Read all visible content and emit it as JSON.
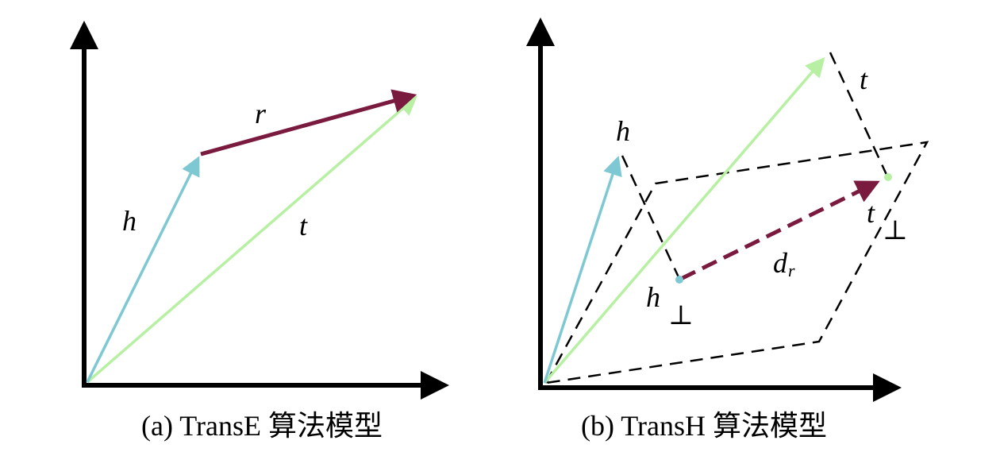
{
  "colors": {
    "axis": "#000000",
    "head_vector": "#7ec8d3",
    "tail_vector": "#b7f0a2",
    "relation_vector": "#7a1a3f",
    "plane_dash": "#000000"
  },
  "panel_a": {
    "caption": "(a) TransE 算法模型",
    "labels": {
      "r": "r",
      "h": "h",
      "t": "t"
    }
  },
  "panel_b": {
    "caption": "(b) TransH 算法模型",
    "labels": {
      "h": "h",
      "t": "t",
      "d": "d",
      "d_sub": "r",
      "h_perp_base": "h",
      "t_perp_base": "t",
      "perp_symbol": "⊥"
    }
  }
}
